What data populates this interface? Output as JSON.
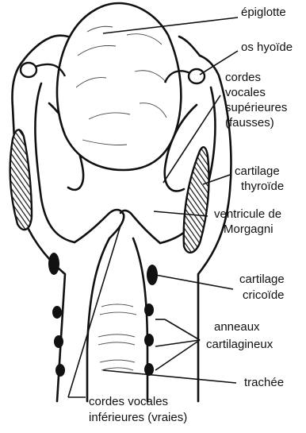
{
  "labels": {
    "epiglotte": "épiglotte",
    "os_hyoide": "os hyoïde",
    "cordes_sup_l1": "cordes",
    "cordes_sup_l2": "vocales",
    "cordes_sup_l3": "supérieures",
    "cordes_sup_l4": "(fausses)",
    "thyroide_l1": "cartilage",
    "thyroide_l2": "thyroïde",
    "ventricule_l1": "ventricule de",
    "ventricule_l2": "Morgagni",
    "cricoide_l1": "cartilage",
    "cricoide_l2": "cricoïde",
    "anneaux_l1": "anneaux",
    "anneaux_l2": "cartilagineux",
    "trachee": "trachée",
    "cordes_inf_l1": "cordes vocales",
    "cordes_inf_l2": "inférieures (vraies)"
  }
}
